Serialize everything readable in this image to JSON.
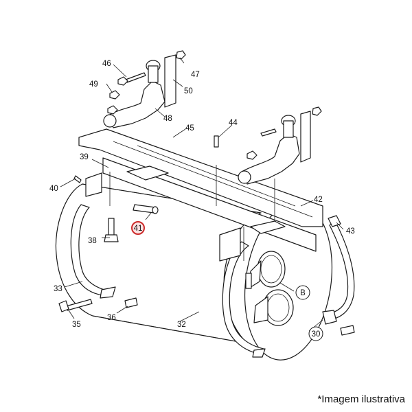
{
  "footnote": "*Imagem ilustrativa",
  "colors": {
    "highlight": "#cc2a2a",
    "highlight_fill": "#fde3e3",
    "line": "#1a1a1a"
  },
  "callouts": {
    "n46": "46",
    "n47": "47",
    "n49": "49",
    "n50": "50",
    "n48": "48",
    "n45": "45",
    "n44": "44",
    "n39": "39",
    "n40": "40",
    "n42": "42",
    "n41": "41",
    "n43": "43",
    "n38": "38",
    "n33": "33",
    "n35": "35",
    "n36": "36",
    "n32": "32",
    "n30": "30",
    "nB": "B"
  },
  "highlighted_callout": "41"
}
